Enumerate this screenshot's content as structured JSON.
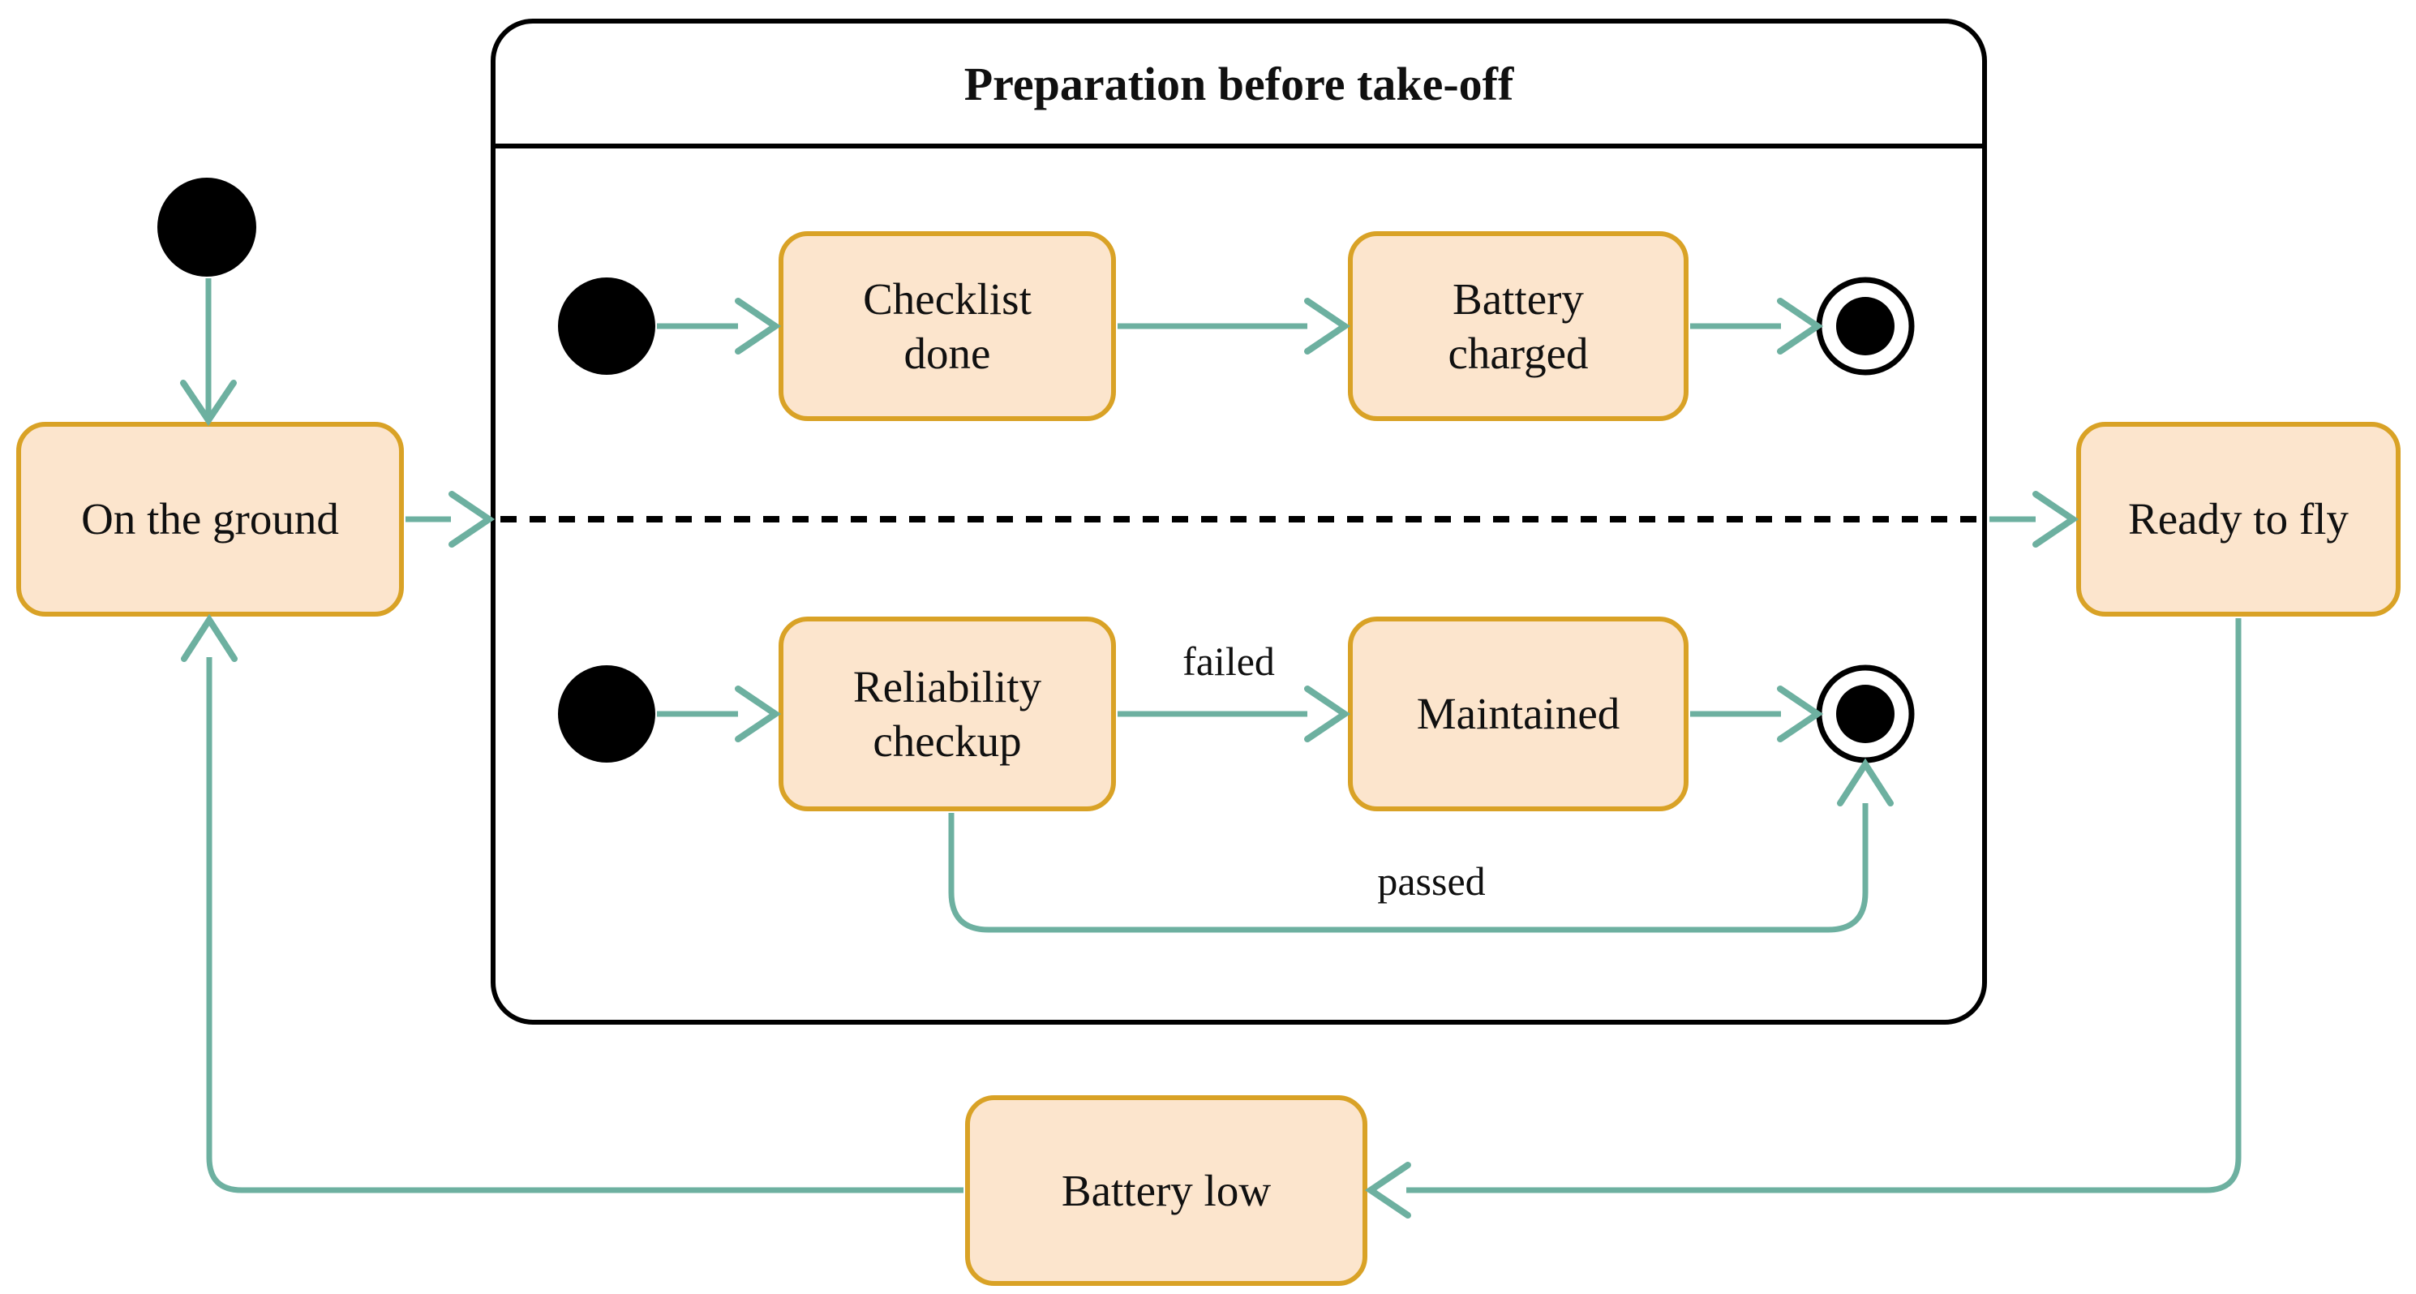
{
  "diagram": {
    "type": "uml-state-machine",
    "title": "Preparation before take-off",
    "states": {
      "on_ground": {
        "label": "On the ground"
      },
      "checklist_done": {
        "label": "Checklist done"
      },
      "battery_charged": {
        "label": "Battery charged"
      },
      "reliability_checkup": {
        "label": "Reliability checkup"
      },
      "maintained": {
        "label": "Maintained"
      },
      "ready_to_fly": {
        "label": "Ready to fly"
      },
      "battery_low": {
        "label": "Battery low"
      }
    },
    "edge_labels": {
      "failed": "failed",
      "passed": "passed"
    },
    "transitions": [
      {
        "from": "initial",
        "to": "On the ground",
        "label": ""
      },
      {
        "from": "On the ground",
        "to": "Preparation before take-off",
        "label": ""
      },
      {
        "from": "initial (top region)",
        "to": "Checklist done",
        "label": ""
      },
      {
        "from": "Checklist done",
        "to": "Battery charged",
        "label": ""
      },
      {
        "from": "Battery charged",
        "to": "final (top region)",
        "label": ""
      },
      {
        "from": "initial (bottom region)",
        "to": "Reliability checkup",
        "label": ""
      },
      {
        "from": "Reliability checkup",
        "to": "Maintained",
        "label": "failed"
      },
      {
        "from": "Maintained",
        "to": "final (bottom region)",
        "label": ""
      },
      {
        "from": "Reliability checkup",
        "to": "final (bottom region)",
        "label": "passed"
      },
      {
        "from": "Preparation before take-off",
        "to": "Ready to fly",
        "label": ""
      },
      {
        "from": "Ready to fly",
        "to": "Battery low",
        "label": ""
      },
      {
        "from": "Battery low",
        "to": "On the ground",
        "label": ""
      }
    ]
  },
  "colors": {
    "teal": "#6db0a0",
    "node_fill": "#fce5cd",
    "node_border": "#d9a226",
    "ink": "#101010",
    "frame": "#000000"
  }
}
